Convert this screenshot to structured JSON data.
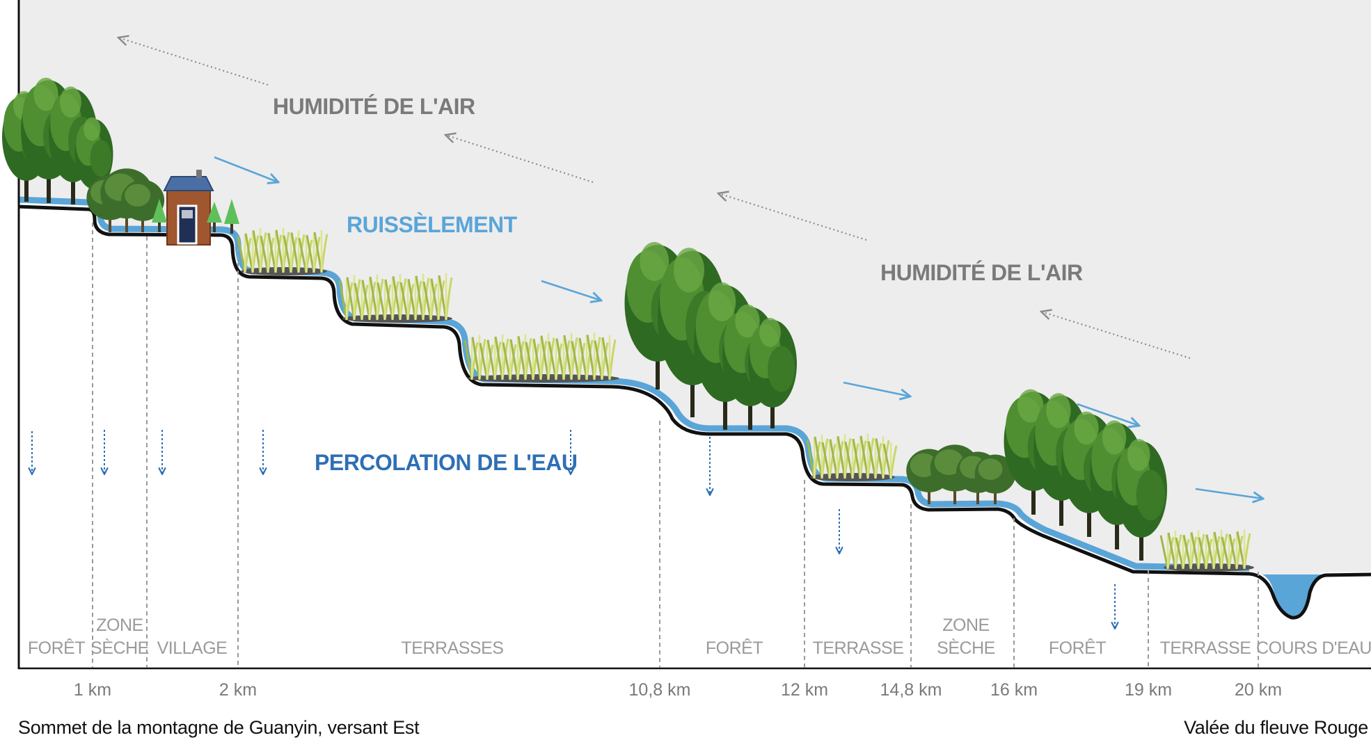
{
  "labels": {
    "air_top": "HUMIDITÉ DE L'AIR",
    "air_right": "HUMIDITÉ DE L'AIR",
    "runoff": "RUISSÈLEMENT",
    "percolation": "PERCOLATION DE L'EAU"
  },
  "zones": [
    {
      "lines": [
        "FORÊT"
      ]
    },
    {
      "lines": [
        "ZONE",
        "SÈCHE"
      ]
    },
    {
      "lines": [
        "VILLAGE"
      ]
    },
    {
      "lines": [
        "TERRASSES"
      ]
    },
    {
      "lines": [
        "FORÊT"
      ]
    },
    {
      "lines": [
        "TERRASSE"
      ]
    },
    {
      "lines": [
        "ZONE",
        "SÈCHE"
      ]
    },
    {
      "lines": [
        "FORÊT"
      ]
    },
    {
      "lines": [
        "TERRASSE"
      ]
    },
    {
      "lines": [
        "COURS D'EAU"
      ]
    }
  ],
  "distances": [
    "1 km",
    "2 km",
    "10,8 km",
    "12 km",
    "14,8 km",
    "16 km",
    "19 km",
    "20 km"
  ],
  "footer": {
    "left": "Sommet de la montagne de Guanyin, versant Est",
    "right": "Valée du fleuve Rouge"
  },
  "colors": {
    "sky": "#ededed",
    "ground": "#ffffff",
    "water": "#5aa5d8",
    "runoff_arrow": "#5aa5d8",
    "percolation_arrow": "#2f6fb4",
    "humidity_arrow": "#8a8a8a",
    "tree_dark": "#2f6a22",
    "tree_mid": "#4f8f32",
    "rice": "#c8d66a"
  },
  "icons": {
    "forest": "deciduous-tree-icon",
    "dry_zone": "shrub-icon",
    "village": "house-icon",
    "terrace": "rice-plant-icon",
    "conifer": "conifer-tree-icon"
  }
}
